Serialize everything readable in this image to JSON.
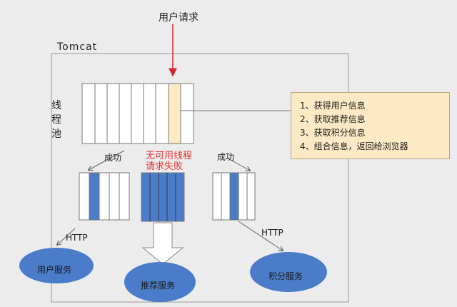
{
  "request_label": "用户请求",
  "container_label": "Tomcat",
  "thread_pool_label": "线程池",
  "info_box": {
    "steps": [
      "1、获得用户信息",
      "2、获取推荐信息",
      "3、获取积分信息",
      "4、组合信息，返回给浏览器"
    ]
  },
  "branches": {
    "success_left": "成功",
    "success_right": "成功",
    "failure": "无可用线程 请求失败"
  },
  "protocols": {
    "left": "HTTP",
    "right": "HTTP"
  },
  "services": {
    "user": "用户服务",
    "recommend": "推荐服务",
    "points": "积分服务"
  },
  "colors": {
    "busy_thread": "#4a7cc9",
    "active_thread": "#fde9c3",
    "service_fill": "#4a7cc9",
    "failure_text": "#e53030"
  }
}
